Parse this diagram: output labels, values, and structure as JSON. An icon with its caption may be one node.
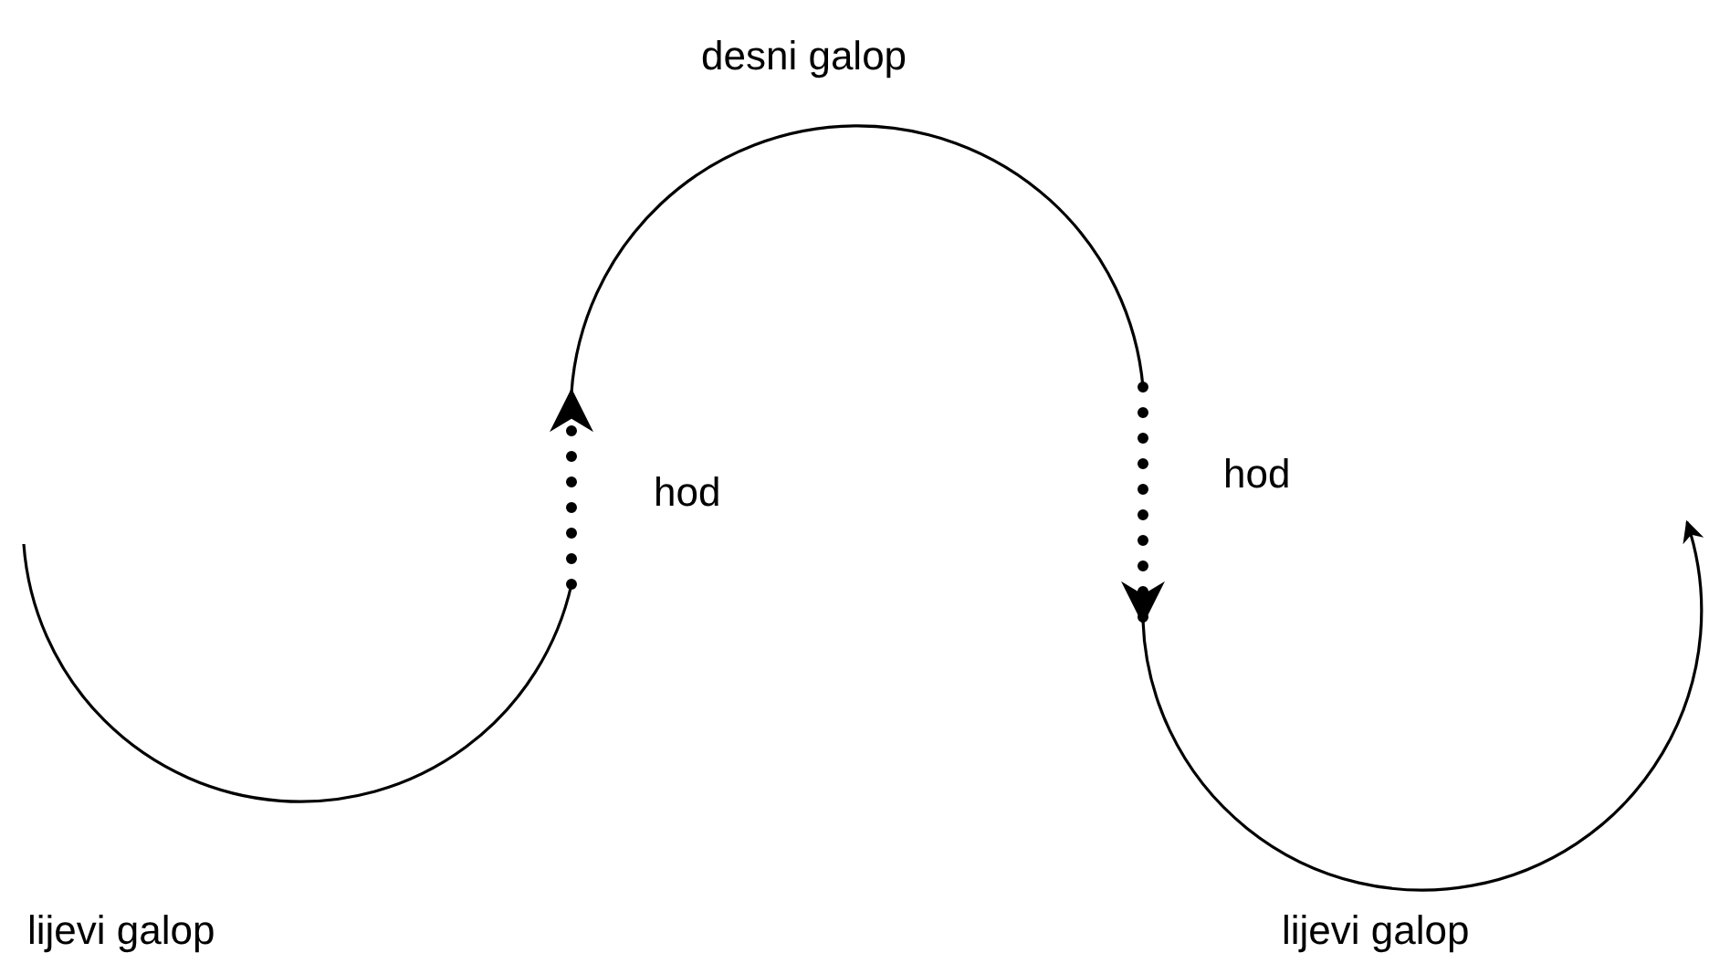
{
  "diagram": {
    "nodes": [
      {
        "text": [
          "lijevi galop"
        ]
      },
      {
        "text": [
          "desni galop"
        ]
      },
      {
        "text": [
          "lijevi galop"
        ]
      }
    ],
    "edges": [
      {
        "from": 0,
        "to": 1,
        "arrow": "to",
        "label": "hod",
        "style": "dashed"
      },
      {
        "from": 1,
        "to": 2,
        "arrow": "to",
        "label": "hod",
        "style": "dashed"
      }
    ]
  }
}
